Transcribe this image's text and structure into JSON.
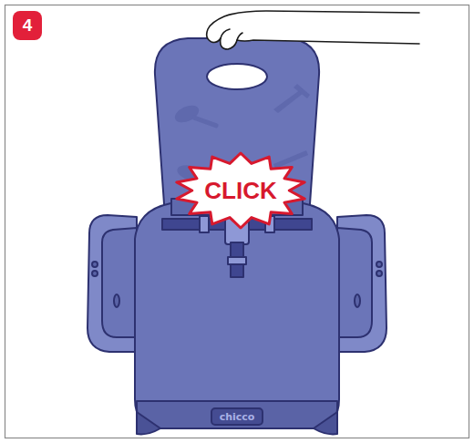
{
  "diagram": {
    "nodes": [
      {
        "text": [
          "4"
        ]
      },
      {
        "text": [
          "CLICK"
        ]
      }
    ],
    "labels": [
      "chicco"
    ]
  }
}
